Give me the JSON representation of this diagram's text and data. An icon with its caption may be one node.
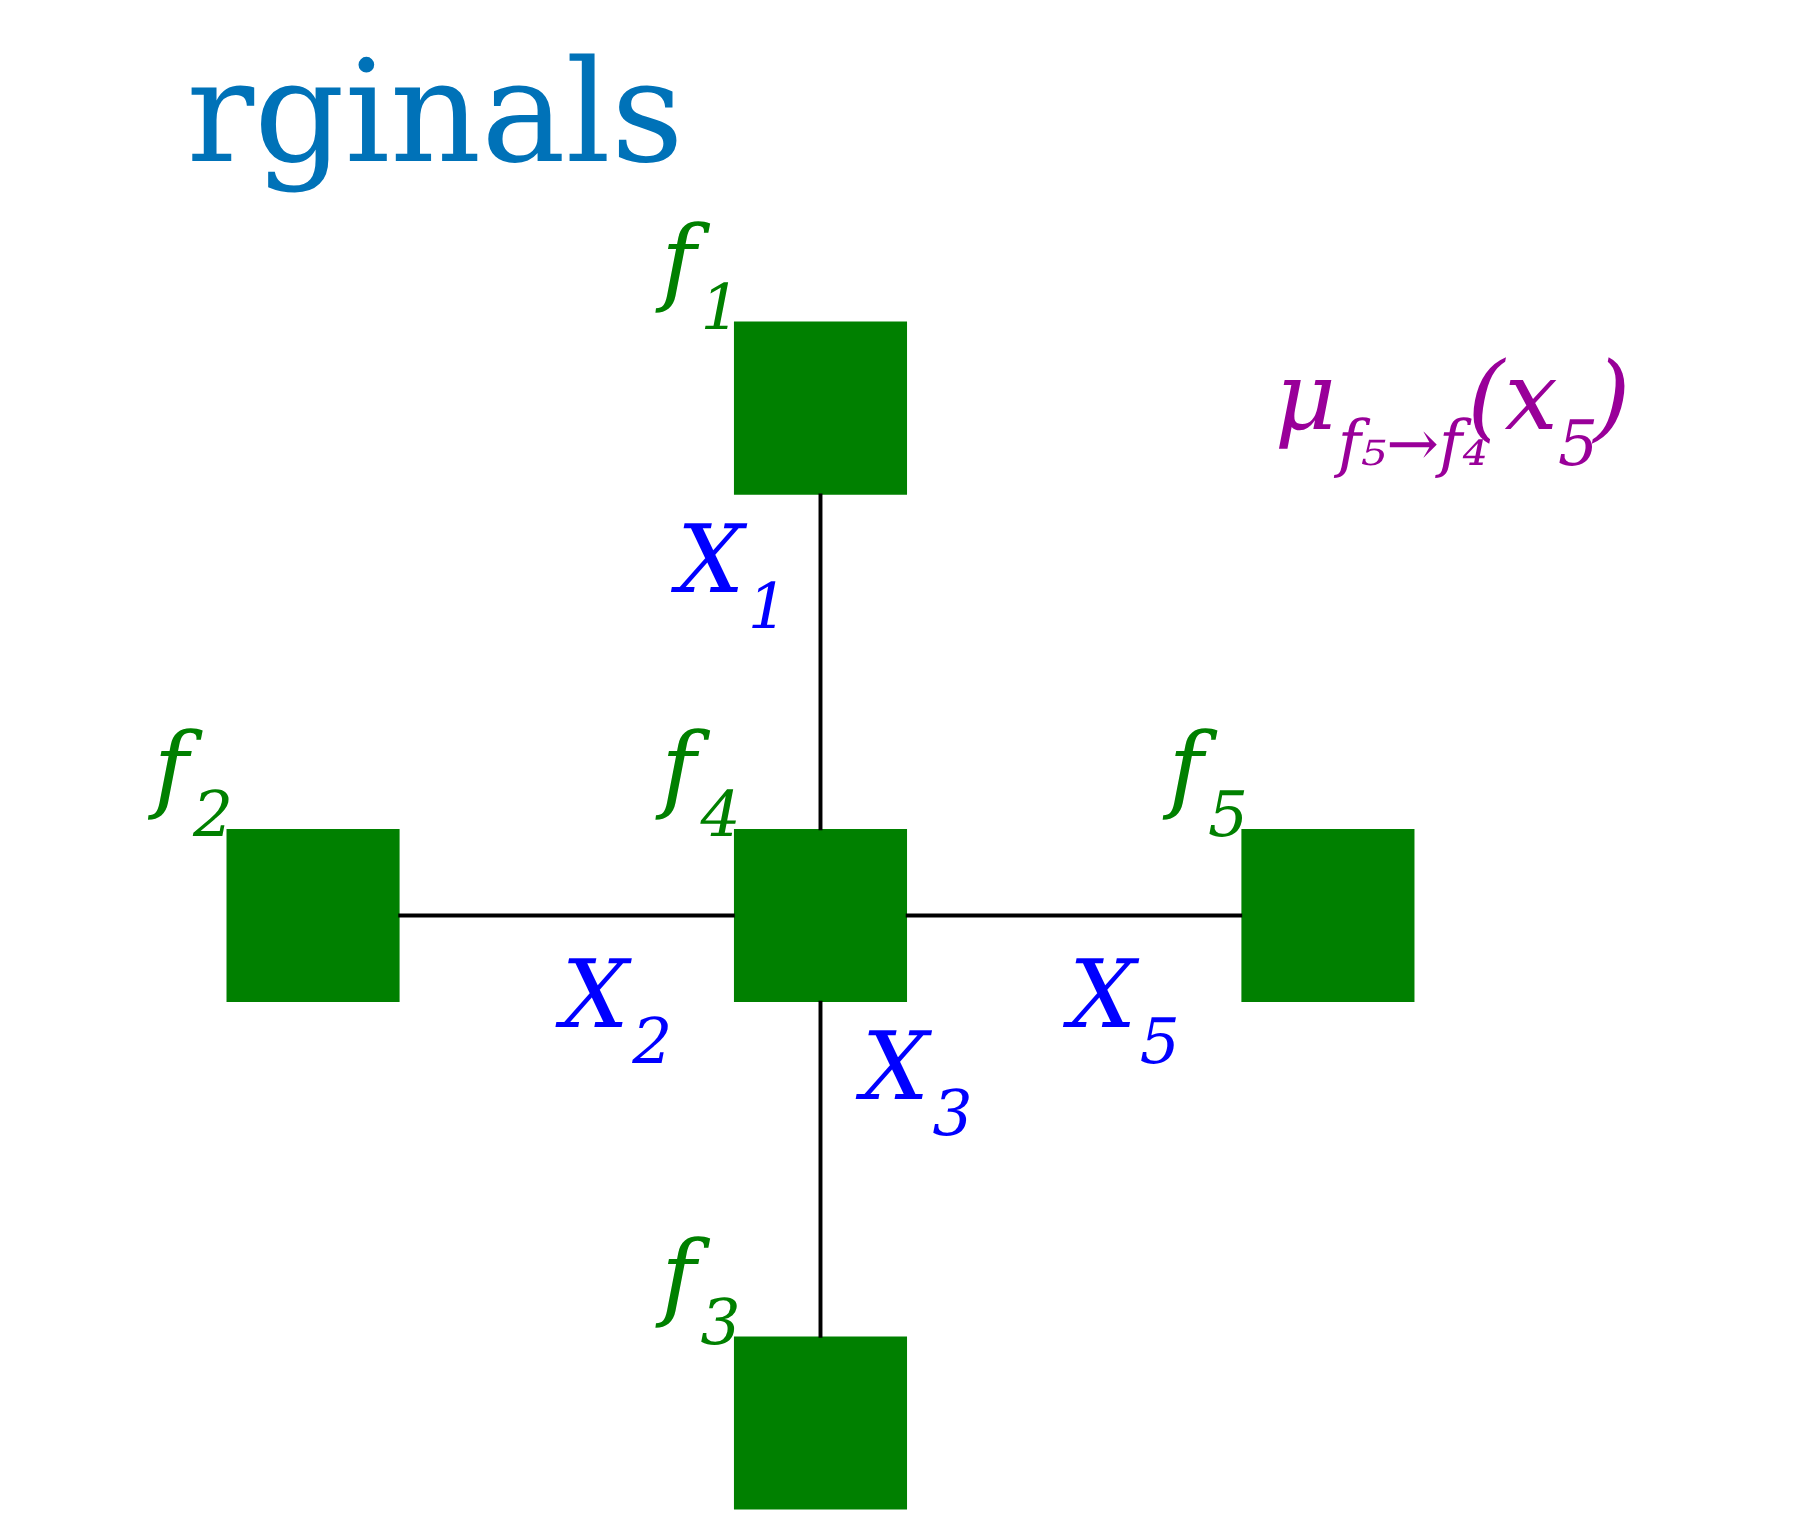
{
  "diagram": {
    "title": "rginals",
    "nodes": [
      {
        "text": [],
        "shape": "box",
        "beside": [
          "f$_{1}$"
        ]
      },
      {
        "text": [],
        "shape": "box",
        "beside": [
          "f$_{2}$"
        ]
      },
      {
        "text": [],
        "shape": "box",
        "beside": [
          "f$_{4}$"
        ]
      },
      {
        "text": [],
        "shape": "box",
        "beside": [
          "f$_{5}$"
        ]
      },
      {
        "text": [],
        "shape": "box",
        "beside": [
          "f$_{3}$"
        ]
      }
    ],
    "edges": [
      {
        "from": 0,
        "to": 2,
        "arrow": "none",
        "label": "X$_{1}$"
      },
      {
        "from": 1,
        "to": 2,
        "arrow": "none",
        "label": "X$_{2}$"
      },
      {
        "from": 2,
        "to": 4,
        "arrow": "none",
        "label": "X$_{3}$"
      },
      {
        "from": 2,
        "to": 3,
        "arrow": "none",
        "label": "X$_{5}$"
      }
    ],
    "labels": [
      "μ$_{f₅→f₄}$(x$_{5}$)"
    ]
  }
}
